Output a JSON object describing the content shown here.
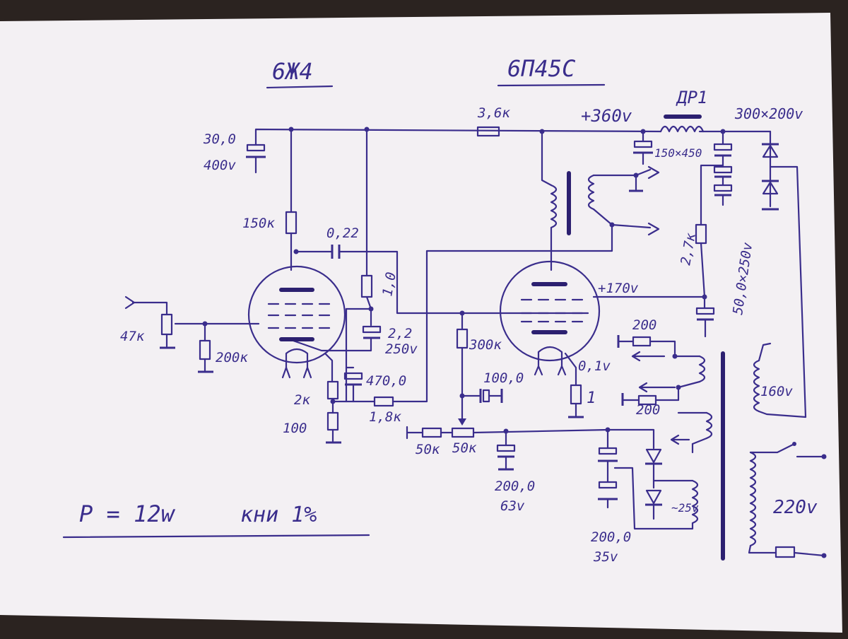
{
  "headers": {
    "tube1": "6Ж4",
    "tube2": "6П45С"
  },
  "labels": {
    "r_36k": "3,6к",
    "plus360": "+360v",
    "dr1": "ДР1",
    "transformer_hv": "300×200v",
    "cap_30": "30,0",
    "cap_30_v": "400v",
    "cap_150x450": "150×450",
    "r_150k": "150к",
    "cap_022": "0,22",
    "r_1_0": "1,0",
    "plus170": "+170v",
    "r_27k": "2,7к",
    "cap_50x250": "50,0×250v",
    "r_47k": "47к",
    "r_200k": "200к",
    "cap_22": "2,2",
    "cap_22_v": "250v",
    "r_300k": "300к",
    "cap_470": "470,0",
    "cap_100": "100,0",
    "r_01v": "0,1v",
    "r_1": "1",
    "r_2k": "2к",
    "r_100": "100",
    "r_18k": "1,8к",
    "r_200_a": "200",
    "r_200_b": "200",
    "r_160v": "160v",
    "r_50k_a": "50к",
    "r_50k_b": "50к",
    "cap_2000": "200,0",
    "cap_2000_v": "63v",
    "cap_200_35": "200,0",
    "cap_200_35_v": "35v",
    "tilde25": "~25v",
    "mains": "220v",
    "power": "P = 12w",
    "thd": "кни 1%"
  },
  "colors": {
    "ink": "#3a2d8c",
    "paper": "#f4f1f4"
  }
}
